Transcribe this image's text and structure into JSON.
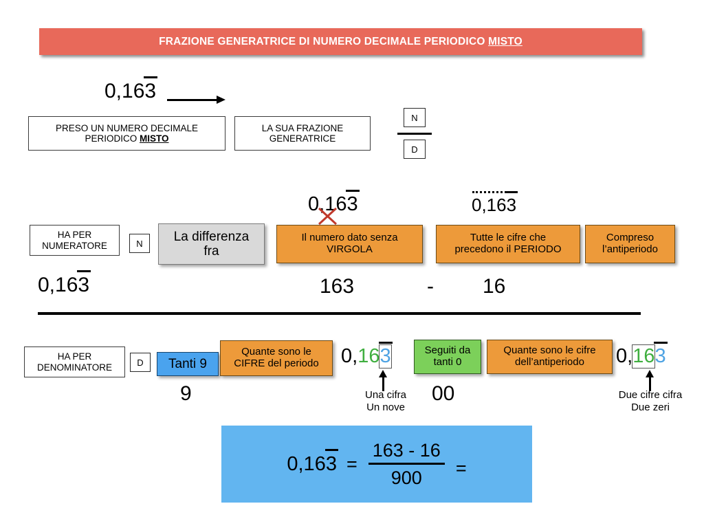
{
  "title": {
    "prefix": "FRAZIONE GENERATRICE DI NUMERO DECIMALE PERIODICO ",
    "emphasis": "MISTO"
  },
  "top_row": {
    "number": {
      "before": "0,16",
      "period": "3"
    },
    "box_left_line1": "PRESO UN NUMERO DECIMALE",
    "box_left_line2a": "PERIODICO ",
    "box_left_line2b": "MISTO",
    "box_right_line1": "LA SUA FRAZIONE",
    "box_right_line2": "GENERATRICE",
    "fraction_numerator": "N",
    "fraction_denominator": "D"
  },
  "numerator_row": {
    "ha_per_line1": "HA PER",
    "ha_per_line2": "NUMERATORE",
    "letter": "N",
    "differenza_line1": "La differenza",
    "differenza_line2": "fra",
    "orange1_line1": "Il numero dato senza",
    "orange1_line2": "VIRGOLA",
    "orange2_line1": "Tutte le cifre che",
    "orange2_line2": "precedono il PERIODO",
    "orange3_line1": "Compreso",
    "orange3_line2": "l’antiperiodo",
    "num_no_comma": {
      "before": "0",
      "comma": ",",
      "after": "16",
      "period": "3"
    },
    "num_dotted": {
      "dotted": "0,16",
      "period": "3"
    },
    "value_left": {
      "before": "0,16",
      "period": "3"
    },
    "minuend": "163",
    "minus": "-",
    "subtrahend": "16"
  },
  "denominator_row": {
    "ha_per_line1": "HA PER",
    "ha_per_line2": "DENOMINATORE",
    "letter": "D",
    "tanti9": "Tanti 9",
    "orange_cifre_line1": "Quante sono le",
    "orange_cifre_line2": "CIFRE del periodo",
    "green_line1": "Seguiti da",
    "green_line2": "tanti 0",
    "orange_anti_line1": "Quante sono le cifre",
    "orange_anti_line2": "dell’antiperiodo",
    "num_period": {
      "lead": "0,",
      "anti": "16",
      "period": "3"
    },
    "num_anti": {
      "lead": "0,",
      "anti": "16",
      "period": "3"
    },
    "value_nine": "9",
    "value_zeros": "00",
    "caption_period_line1": "Una cifra",
    "caption_period_line2": "Un nove",
    "caption_anti_line1": "Due cifre cifra",
    "caption_anti_line2": "Due zeri"
  },
  "result": {
    "number": {
      "before": "0,16",
      "period": "3"
    },
    "equals1": "=",
    "numerator_expr": "163  -   16",
    "denominator_expr": "900",
    "equals2": "="
  },
  "colors": {
    "title_banner": "#E8695A",
    "orange_box": "#ED9A3A",
    "green_box": "#7CD05A",
    "blue_box": "#4AA3EE",
    "gray_box": "#D9D9D9",
    "result_panel": "#62B5F0",
    "digit_green": "#3FAE3F",
    "digit_blue": "#4FA3E3",
    "cross_red": "#C0392B"
  }
}
